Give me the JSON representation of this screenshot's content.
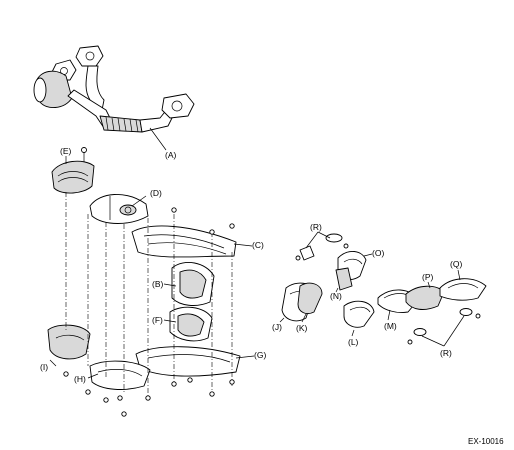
{
  "labels": {
    "A": "(A)",
    "B": "(B)",
    "C": "(C)",
    "D": "(D)",
    "E": "(E)",
    "F": "(F)",
    "G": "(G)",
    "H": "(H)",
    "I": "(I)",
    "J": "(J)",
    "K": "(K)",
    "L": "(L)",
    "M": "(M)",
    "N": "(N)",
    "O": "(O)",
    "P": "(P)",
    "Q": "(Q)",
    "R1": "(R)",
    "R2": "(R)"
  },
  "figure_code": "EX-10016"
}
